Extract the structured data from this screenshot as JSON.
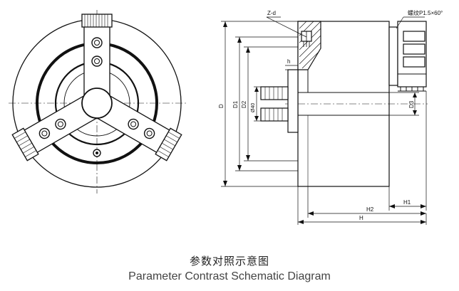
{
  "drawing": {
    "labels": {
      "z_d": "Z-d",
      "thread": "螺纹P1.5×60°",
      "h": "h",
      "D": "D",
      "D1": "D1",
      "D2": "D2",
      "phi40": "Ø40",
      "D3": "D3",
      "H1": "H1",
      "H2": "H2",
      "H": "H"
    }
  },
  "caption": {
    "chinese": "参数对照示意图",
    "english": "Parameter Contrast Schematic Diagram"
  }
}
